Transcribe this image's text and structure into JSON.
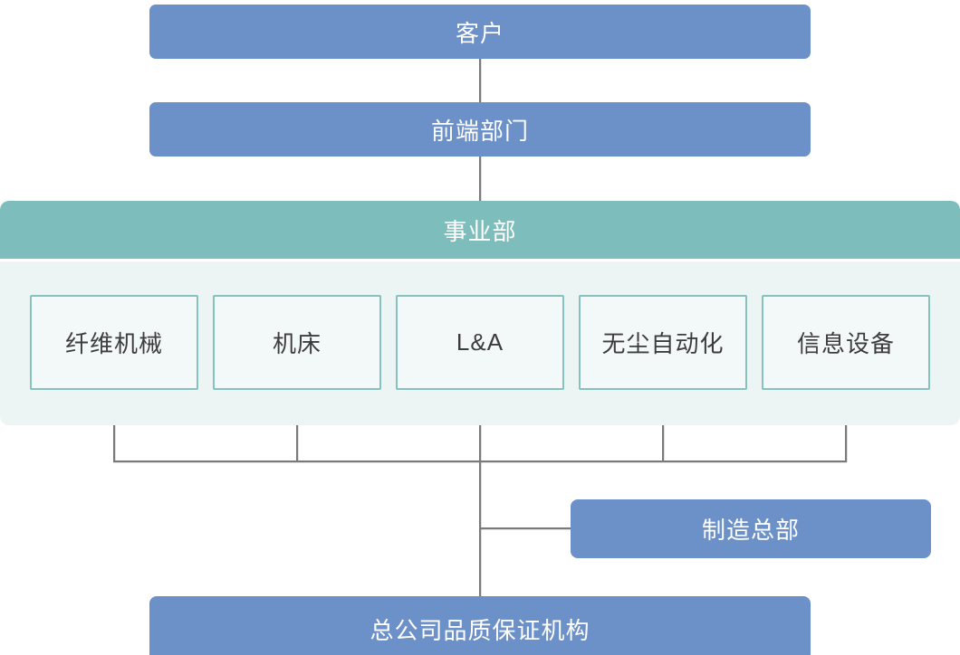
{
  "diagram": {
    "type": "organization-flow-chart",
    "nodes": {
      "customer": {
        "label": "客户"
      },
      "frontend_department": {
        "label": "前端部门"
      },
      "business_division": {
        "header": "事业部",
        "units": [
          {
            "label": "纤维机械"
          },
          {
            "label": "机床"
          },
          {
            "label": "L&A"
          },
          {
            "label": "无尘自动化"
          },
          {
            "label": "信息设备"
          }
        ]
      },
      "manufacturing_hq": {
        "label": "制造总部"
      },
      "hq_quality_assurance": {
        "label": "总公司品质保证机构"
      }
    },
    "edges": [
      "customer -> frontend_department",
      "frontend_department -> business_division",
      "business_division.units -> hq_quality_assurance (merged trunk)",
      "trunk -> manufacturing_hq (side branch)"
    ],
    "colors": {
      "node_blue": "#6c90c8",
      "panel_teal": "#7dbebc",
      "panel_light_bg": "#edf5f4",
      "unit_box_bg": "#f3f9f8",
      "unit_box_border": "#85c1bd",
      "connector_gray": "#7a7a7a",
      "text_on_color": "#ffffff",
      "text_dark": "#3d3d3d",
      "page_bg": "#ffffff"
    }
  }
}
